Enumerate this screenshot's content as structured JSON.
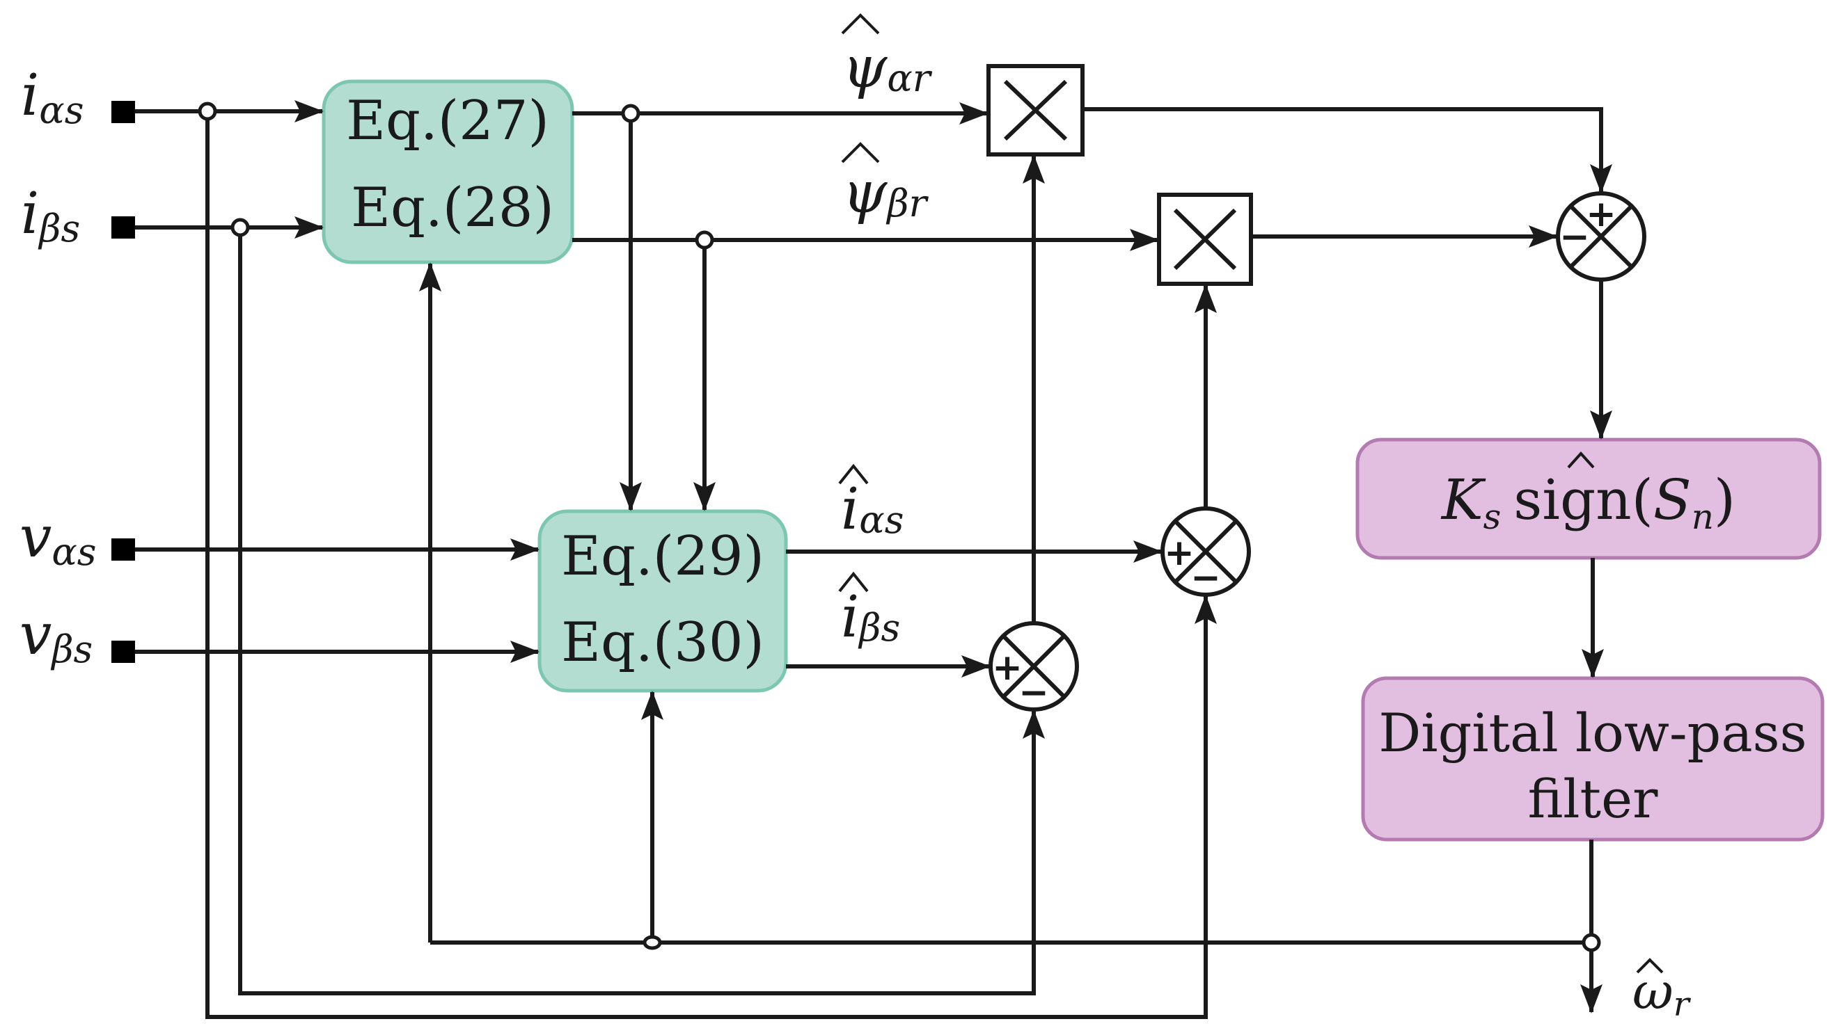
{
  "colors": {
    "equation_block_fill": "#b2ddd0",
    "equation_block_stroke": "#7cc7b1",
    "output_block_fill": "#e2bfe0",
    "output_block_stroke": "#b37bb0",
    "line": "#1a1a1a"
  },
  "inputs": {
    "i_alpha_s": {
      "main": "i",
      "sub": "αs"
    },
    "i_beta_s": {
      "main": "i",
      "sub": "βs"
    },
    "v_alpha_s": {
      "main": "v",
      "sub": "αs"
    },
    "v_beta_s": {
      "main": "v",
      "sub": "βs"
    }
  },
  "blocks": {
    "flux_observer": {
      "line1": "Eq.(27)",
      "line2": "Eq.(28)"
    },
    "current_observer": {
      "line1": "Eq.(29)",
      "line2": "Eq.(30)"
    },
    "sliding_mode": {
      "gain": "K",
      "gain_sub": "s",
      "func": "sign(",
      "var": "S",
      "var_sub": "n",
      "close": ")"
    },
    "low_pass_filter": {
      "line1": "Digital low-pass",
      "line2": "filter"
    }
  },
  "signals": {
    "psi_alpha_r": {
      "main": "ψ",
      "sub": "αr"
    },
    "psi_beta_r": {
      "main": "ψ",
      "sub": "βr"
    },
    "i_alpha_s_hat": {
      "main": "i",
      "sub": "αs"
    },
    "i_beta_s_hat": {
      "main": "i",
      "sub": "βs"
    },
    "omega_r_hat": {
      "main": "ω",
      "sub": "r"
    }
  },
  "operators": {
    "plus": "+",
    "minus": "−"
  }
}
